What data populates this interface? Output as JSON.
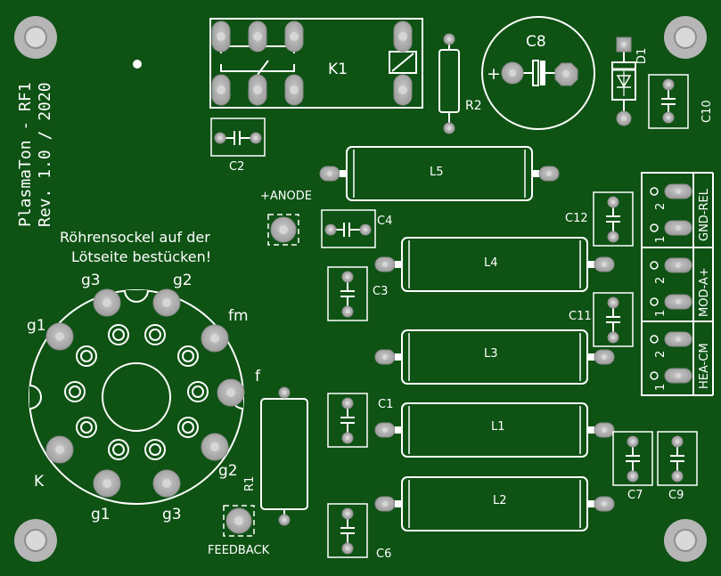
{
  "board": {
    "title_line1": "PlasmaTon - RF1",
    "title_line2": "Rev. 1.0 / 2020",
    "note_line1": "Röhrensockel auf der",
    "note_line2": "Lötseite bestücken!",
    "anode_label": "+ANODE",
    "feedback_label": "FEEDBACK"
  },
  "components": {
    "k1": "K1",
    "r2": "R2",
    "c8": "C8",
    "c8_plus": "+",
    "d1": "D1",
    "c10": "C10",
    "c2": "C2",
    "l5": "L5",
    "c4": "C4",
    "c12": "C12",
    "l4": "L4",
    "c3": "C3",
    "c11": "C11",
    "l3": "L3",
    "c1": "C1",
    "l1": "L1",
    "r1": "R1",
    "c7": "C7",
    "c9": "C9",
    "l2": "L2",
    "c6": "C6"
  },
  "tube_socket": {
    "pin_g3_top": "g3",
    "pin_g2_top": "g2",
    "pin_g1_left": "g1",
    "pin_fm": "fm",
    "pin_f": "f",
    "pin_k": "K",
    "pin_g2_bottom": "g2",
    "pin_g1_bottom": "g1",
    "pin_g3_bottom": "g3"
  },
  "terminals": {
    "gnd_rel": "GND-REL",
    "mod_a": "MOD-A+",
    "hea_cm": "HEA-CM",
    "pin1": "1",
    "pin2": "2"
  },
  "colors": {
    "board": "#0e5214",
    "silkscreen": "#ffffff",
    "pad": "#a6a6a6",
    "pad_hole": "#c8c8c8",
    "pad_ring": "#d8d8d8",
    "mounting_hole": "#bfbfbf"
  }
}
